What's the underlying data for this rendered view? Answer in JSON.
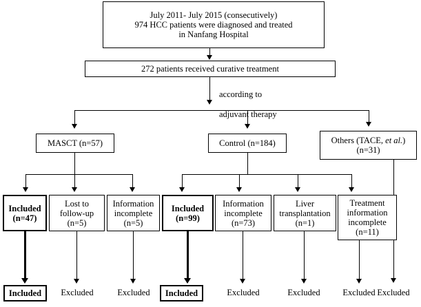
{
  "figure": {
    "type": "flowchart",
    "title": "Patient enrollment flow diagram",
    "boxes": {
      "cohort": {
        "line1": "July 2011- July 2015 (consecutively)",
        "line2": "974 HCC patients were diagnosed and treated",
        "line3": "in Nanfang Hospital"
      },
      "curative": {
        "text": "272 patients received curative treatment"
      },
      "split_label": {
        "line1": "according to",
        "line2": "adjuvant therapy"
      },
      "groups": [
        {
          "name": "mासct",
          "text": "MASCT (n=57)"
        },
        {
          "name": "control",
          "text": "Control (n=184)"
        },
        {
          "name": "others",
          "line1": "Others (TACE, et al.)",
          "line2": "(n=31)",
          "italic_part": "et al."
        }
      ],
      "outcomes": [
        {
          "line1": "Included",
          "line2": "(n=47)",
          "bold": true
        },
        {
          "line1": "Lost to",
          "line2": "follow-up",
          "line3": "(n=5)",
          "bold": false
        },
        {
          "line1": "Information",
          "line2": "incomplete",
          "line3": "(n=5)",
          "bold": false
        },
        {
          "line1": "Included",
          "line2": "(n=99)",
          "bold": true
        },
        {
          "line1": "Information",
          "line2": "incomplete",
          "line3": "(n=73)",
          "bold": false
        },
        {
          "line1": "Liver",
          "line2": "transplantation",
          "line3": "(n=1)",
          "bold": false
        },
        {
          "line1": "Treatment",
          "line2": "information",
          "line3": "incomplete",
          "line4": "(n=11)",
          "bold": false
        }
      ],
      "final": [
        {
          "text": "Included",
          "boxed": true
        },
        {
          "text": "Excluded",
          "boxed": false
        },
        {
          "text": "Excluded",
          "boxed": false
        },
        {
          "text": "Included",
          "boxed": true
        },
        {
          "text": "Excluded",
          "boxed": false
        },
        {
          "text": "Excluded",
          "boxed": false
        },
        {
          "text": "Excluded",
          "boxed": false
        },
        {
          "text": "Excluded",
          "boxed": false
        }
      ]
    },
    "colors": {
      "line": "#000000",
      "background": "#ffffff",
      "text": "#000000"
    }
  }
}
